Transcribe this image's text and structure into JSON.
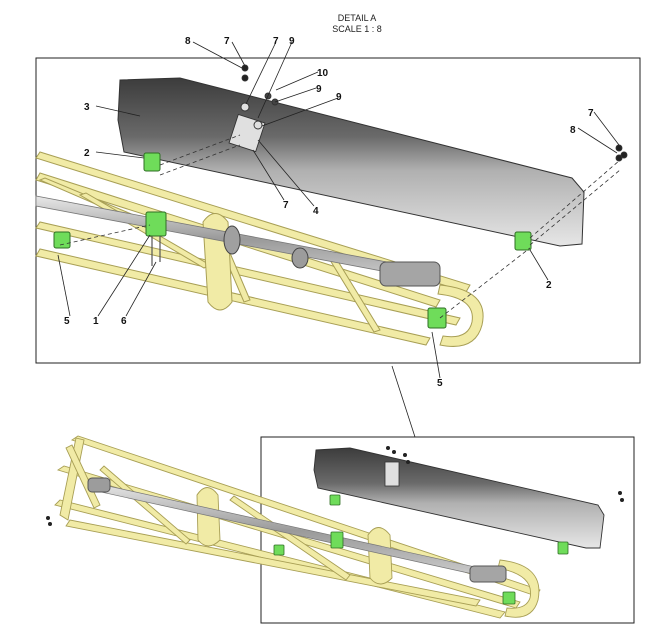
{
  "header": {
    "title": "DETAIL A",
    "scale": "SCALE 1 : 8"
  },
  "callouts": {
    "c3": "3",
    "c2a": "2",
    "c8a": "8",
    "c7a": "7",
    "c7b": "7",
    "c9a": "9",
    "c10": "10",
    "c9b": "9",
    "c9c": "9",
    "c7c": "7",
    "c4": "4",
    "c7d": "7",
    "c8b": "8",
    "c2b": "2",
    "c5a": "5",
    "c1": "1",
    "c6": "6",
    "c5b": "5"
  },
  "colors": {
    "frame_yellow": "#f1eba6",
    "frame_edge": "#a89f55",
    "bracket_green": "#6fdc5a",
    "shield_dark": "#4a4a4a",
    "shield_light": "#d8d8d8",
    "pipe": "#b9b9b9",
    "box": "#222222"
  }
}
